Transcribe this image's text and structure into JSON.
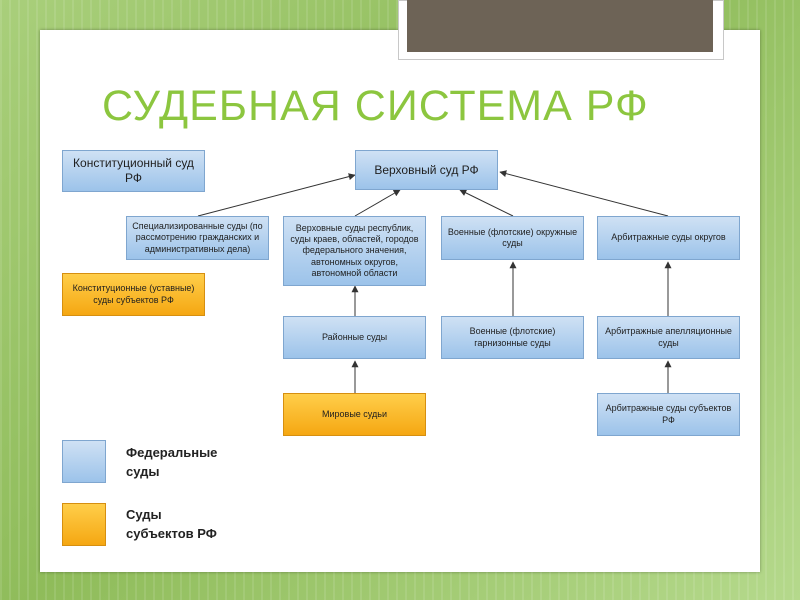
{
  "title": "СУДЕБНАЯ СИСТЕМА РФ",
  "nodes": {
    "constitutional": "Конституционный суд РФ",
    "supreme": "Верховный суд РФ",
    "specialized": "Специализированные суды (по рассмотрению гражданских и административных дела)",
    "republic_supreme": "Верховные суды республик, суды краев, областей, городов федерального значения, автономных округов, автономной области",
    "military_district": "Военные (флотские) окружные суды",
    "arbitration_district": "Арбитражные суды округов",
    "regional_constitutional": "Конституционные (уставные) суды субъектов РФ",
    "district_courts": "Районные суды",
    "garrison": "Военные (флотские) гарнизонные суды",
    "arbitration_appeal": "Арбитражные апелляционные суды",
    "magistrates": "Мировые судьи",
    "arbitration_subjects": "Арбитражные суды субъектов РФ"
  },
  "legend": {
    "federal_line1": "Федеральные",
    "federal_line2": "суды",
    "subject_line1": "Суды",
    "subject_line2": "субъектов РФ"
  },
  "colors": {
    "title": "#8cc63f",
    "federal": "#9cc3ea",
    "subject": "#f5a712"
  }
}
